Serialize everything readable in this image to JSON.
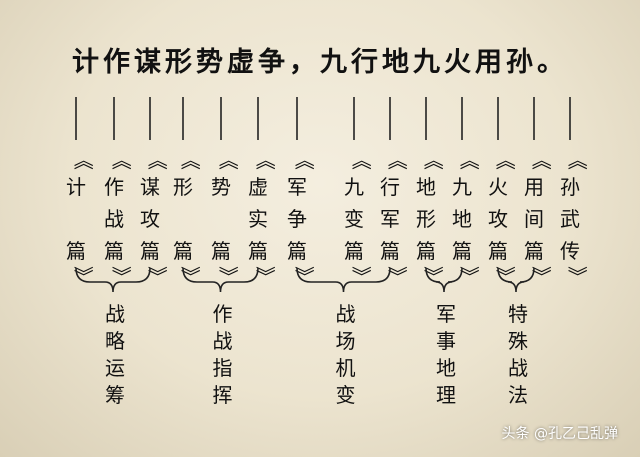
{
  "title": "计作谋形势虚争，九行地九火用孙。",
  "chapters": [
    {
      "chars": [
        "计",
        "",
        "篇"
      ]
    },
    {
      "chars": [
        "作",
        "战",
        "篇"
      ]
    },
    {
      "chars": [
        "谋",
        "攻",
        "篇"
      ]
    },
    {
      "chars": [
        "形",
        "",
        "篇"
      ]
    },
    {
      "chars": [
        "势",
        "",
        "篇"
      ]
    },
    {
      "chars": [
        "虚",
        "实",
        "篇"
      ]
    },
    {
      "chars": [
        "军",
        "争",
        "篇"
      ]
    },
    {
      "chars": [
        "九",
        "变",
        "篇"
      ]
    },
    {
      "chars": [
        "行",
        "军",
        "篇"
      ]
    },
    {
      "chars": [
        "地",
        "形",
        "篇"
      ]
    },
    {
      "chars": [
        "九",
        "地",
        "篇"
      ]
    },
    {
      "chars": [
        "火",
        "攻",
        "篇"
      ]
    },
    {
      "chars": [
        "用",
        "间",
        "篇"
      ]
    },
    {
      "chars": [
        "孙",
        "武",
        "传"
      ]
    }
  ],
  "groups": [
    {
      "label": "战略运筹",
      "members": [
        0,
        1,
        2
      ]
    },
    {
      "label": "作战指挥",
      "members": [
        3,
        4,
        5
      ]
    },
    {
      "label": "战场机变",
      "members": [
        6,
        7,
        8
      ]
    },
    {
      "label": "军事地理",
      "members": [
        9,
        10
      ]
    },
    {
      "label": "特殊战法",
      "members": [
        11,
        12
      ]
    }
  ],
  "watermark": "头条 @孔乙己乱弹"
}
